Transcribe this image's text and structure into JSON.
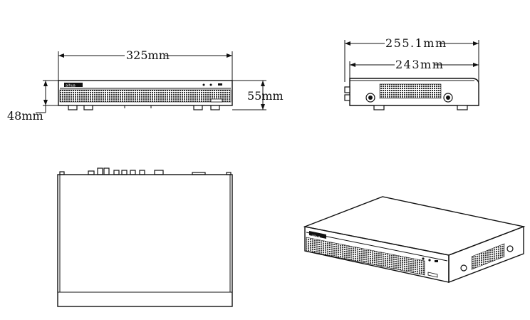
{
  "dimensions": {
    "front_width": "325mm",
    "front_height": "55mm",
    "front_depth_mark": "48mm",
    "side_total_depth": "255.1mm",
    "side_body_depth": "243mm"
  },
  "brand_marks": {
    "front_logo": "alhua",
    "iso_logo": "alhua"
  },
  "colors": {
    "line": "#111111",
    "background": "#ffffff",
    "mesh": "#333333"
  }
}
